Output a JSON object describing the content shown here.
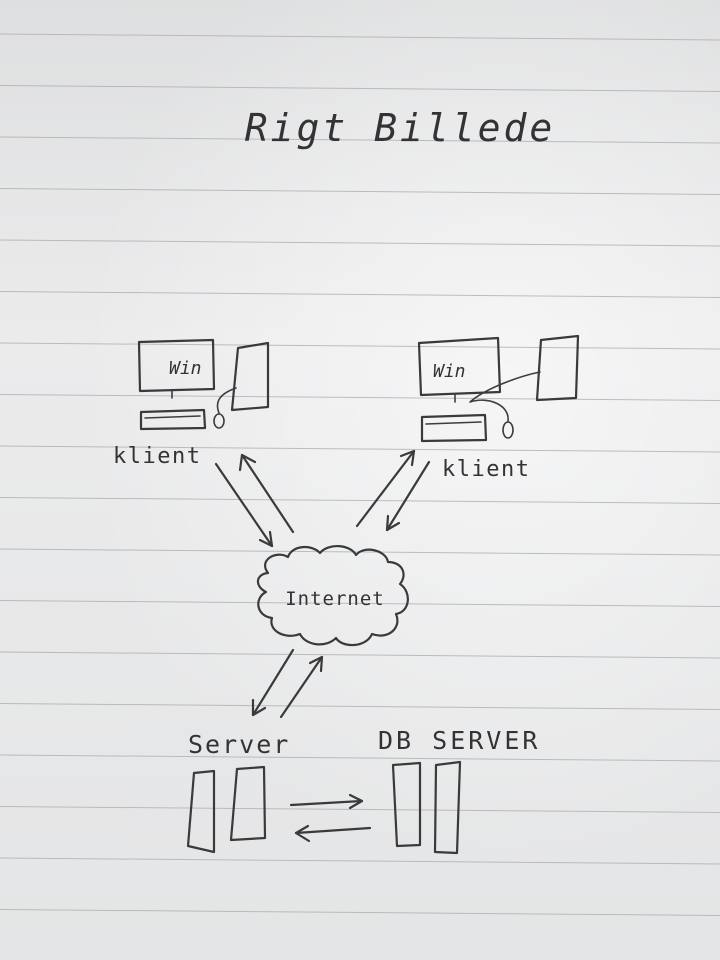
{
  "title": "Rigt Billede",
  "clients": [
    {
      "screen_label": "Win",
      "label": "klient"
    },
    {
      "screen_label": "Win",
      "label": "klient"
    }
  ],
  "cloud_label": "Internet",
  "server_label": "Server",
  "db_server_label": "DB SERVER"
}
